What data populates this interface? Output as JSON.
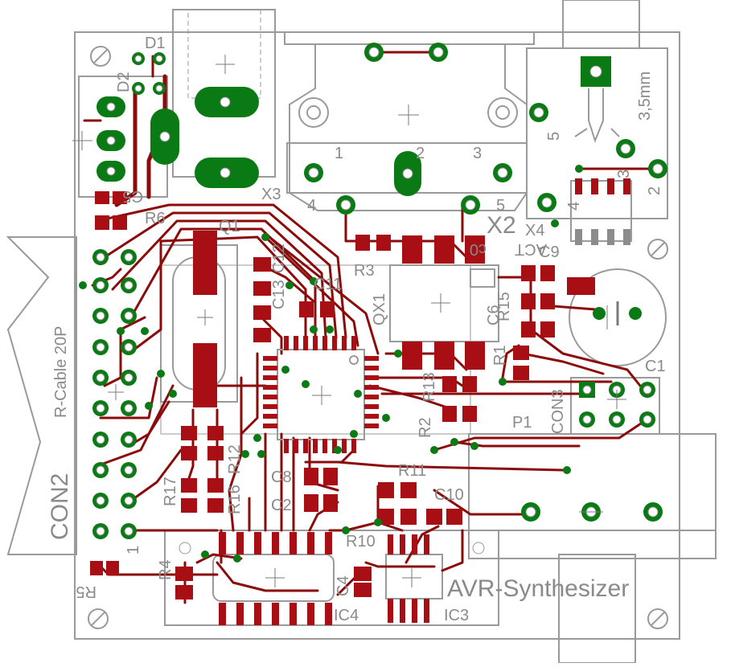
{
  "title": "AVR-Synthesizer",
  "labels": {
    "con2": "CON2",
    "rcable": "R-Cable 20P",
    "con3": "CON3",
    "p1": "P1",
    "x2": "X2",
    "x3": "X3",
    "x4": "X4",
    "q1": "Q1",
    "qx1": "QX1",
    "ic3": "IC3",
    "ic4": "IC4",
    "d1": "D1",
    "d2": "D2",
    "c1": "C1",
    "c2": "C2",
    "c4": "C4",
    "c5": "C5",
    "c6": "C6",
    "c8": "C8",
    "c9": "C9",
    "c10": "C10",
    "c11": "C11",
    "c12": "C12",
    "c13": "C13",
    "r1": "R1",
    "r2": "R2",
    "r3": "R3",
    "r4": "R4",
    "r5": "R5",
    "r6": "R6",
    "r10": "R10",
    "r11": "R11",
    "r12": "R12",
    "r13": "R13",
    "r15": "R15",
    "r16": "R16",
    "r17": "R17",
    "jack": "3,5mm",
    "pin1": "1",
    "pin2": "2",
    "pin3": "3",
    "pin4": "4",
    "pin5": "5",
    "con2_pin1": "1",
    "x4_pin2": "2",
    "x4_pin3": "3",
    "x4_pin4": "4",
    "x4_pin5": "5",
    "c0": "c0",
    "act": "ACT"
  },
  "colors": {
    "trace": "#8b0b0b",
    "smd_pad": "#a80f14",
    "via_ring": "#0a7a14",
    "outline": "#9a9a9a",
    "silkscreen_text": "#8a8a8a",
    "background": "#ffffff"
  }
}
